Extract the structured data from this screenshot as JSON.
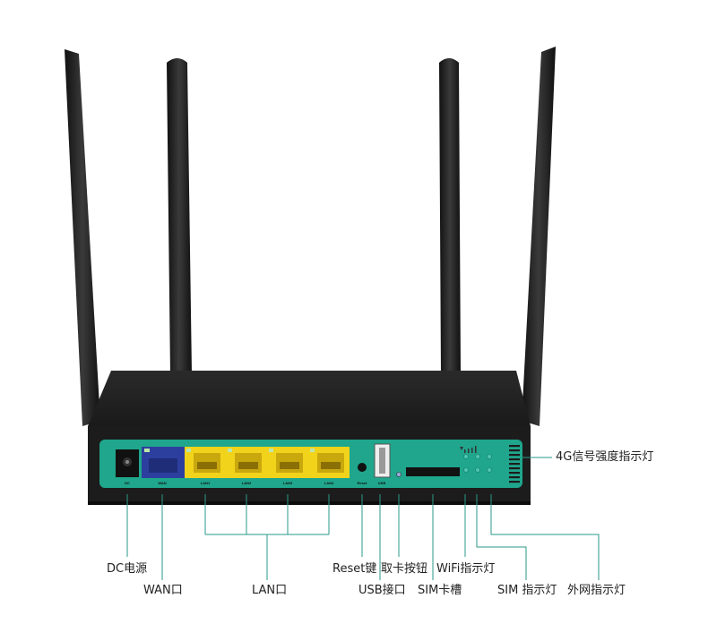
{
  "colors": {
    "panel": "#1fa68c",
    "wan_port": "#2d3f9e",
    "lan_ports": "#f2d31c",
    "body": "#1e1e1e",
    "leader_line": "#2a9a88"
  },
  "port_labels": {
    "dc": "DC",
    "wan": "WAN",
    "lan1": "LAN1",
    "lan2": "LAN2",
    "lan3": "LAN3",
    "lan4": "LAN4",
    "reset": "Reset",
    "usb": "USB"
  },
  "callouts": {
    "dc_power": "DC电源",
    "wan": "WAN口",
    "lan": "LAN口",
    "reset": "Reset键",
    "usb": "USB接口",
    "sim_eject": "取卡按钮",
    "sim_slot": "SIM卡槽",
    "wifi_led": "WiFi指示灯",
    "sim_led": "SIM 指示灯",
    "internet_led": "外网指示灯",
    "signal_led": "4G信号强度指示灯"
  }
}
